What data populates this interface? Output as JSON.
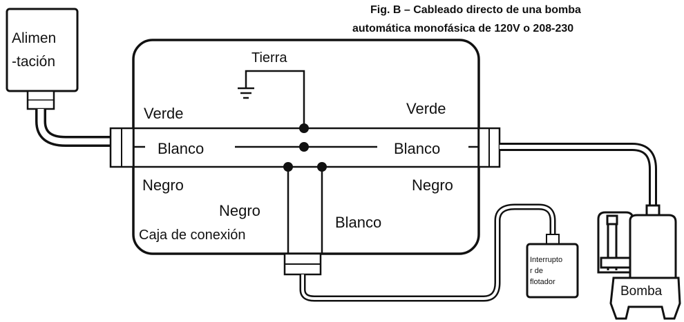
{
  "title_line1": "Fig. B – Cableado directo de una bomba",
  "title_line2": "automática monofásica de 120V o 208-230",
  "power": {
    "line1": "Alimen",
    "line2": "-tación"
  },
  "ground_label": "Tierra",
  "left": {
    "green": "Verde",
    "white": "Blanco",
    "black": "Negro"
  },
  "right": {
    "green": "Verde",
    "white": "Blanco",
    "black": "Negro"
  },
  "bottom": {
    "black": "Negro",
    "white": "Blanco"
  },
  "junction_box": "Caja de conexión",
  "float_switch": {
    "line1": "Interrupto",
    "line2": "r de",
    "line3": "flotador"
  },
  "pump": "Bomba",
  "colors": {
    "ink": "#111111",
    "background": "#ffffff"
  }
}
